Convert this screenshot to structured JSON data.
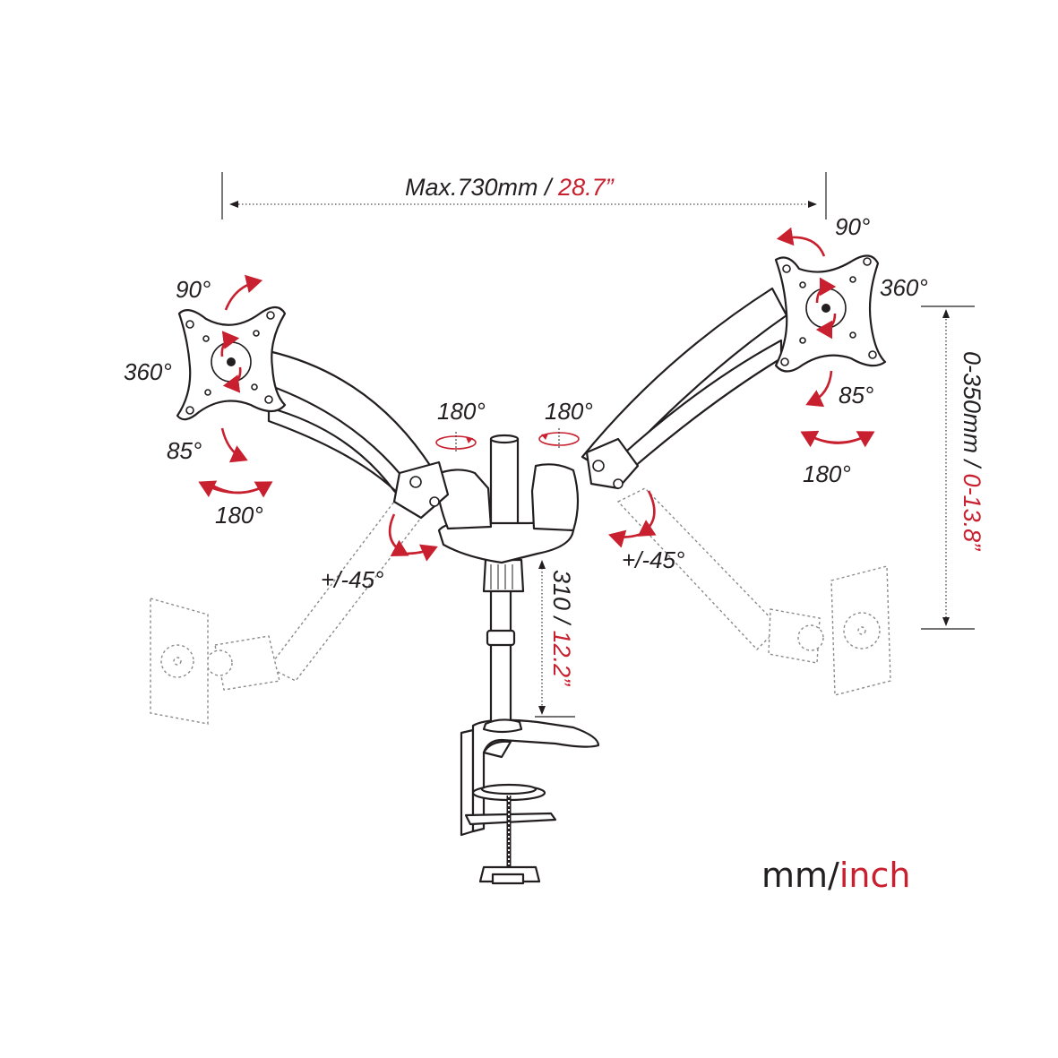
{
  "dimensions": {
    "width_prefix": "Max.730mm / ",
    "width_inch": "28.7”",
    "height_range_mm": "0-350mm / ",
    "height_range_inch": "0-13.8”",
    "pole_mm": "310 / ",
    "pole_inch": "12.2”"
  },
  "left_head": {
    "tilt": "90°",
    "rotate": "360°",
    "tilt_down": "85°",
    "swivel": "180°"
  },
  "right_head": {
    "tilt": "90°",
    "rotate": "360°",
    "tilt_down": "85°",
    "swivel": "180°"
  },
  "arm_joints": {
    "left_swivel": "180°",
    "right_swivel": "180°",
    "left_arm_tilt": "+/-45°",
    "right_arm_tilt": "+/-45°"
  },
  "units_legend": {
    "mm": "mm/",
    "inch": "inch"
  },
  "colors": {
    "accent": "#c8202f",
    "line": "#231f20"
  }
}
